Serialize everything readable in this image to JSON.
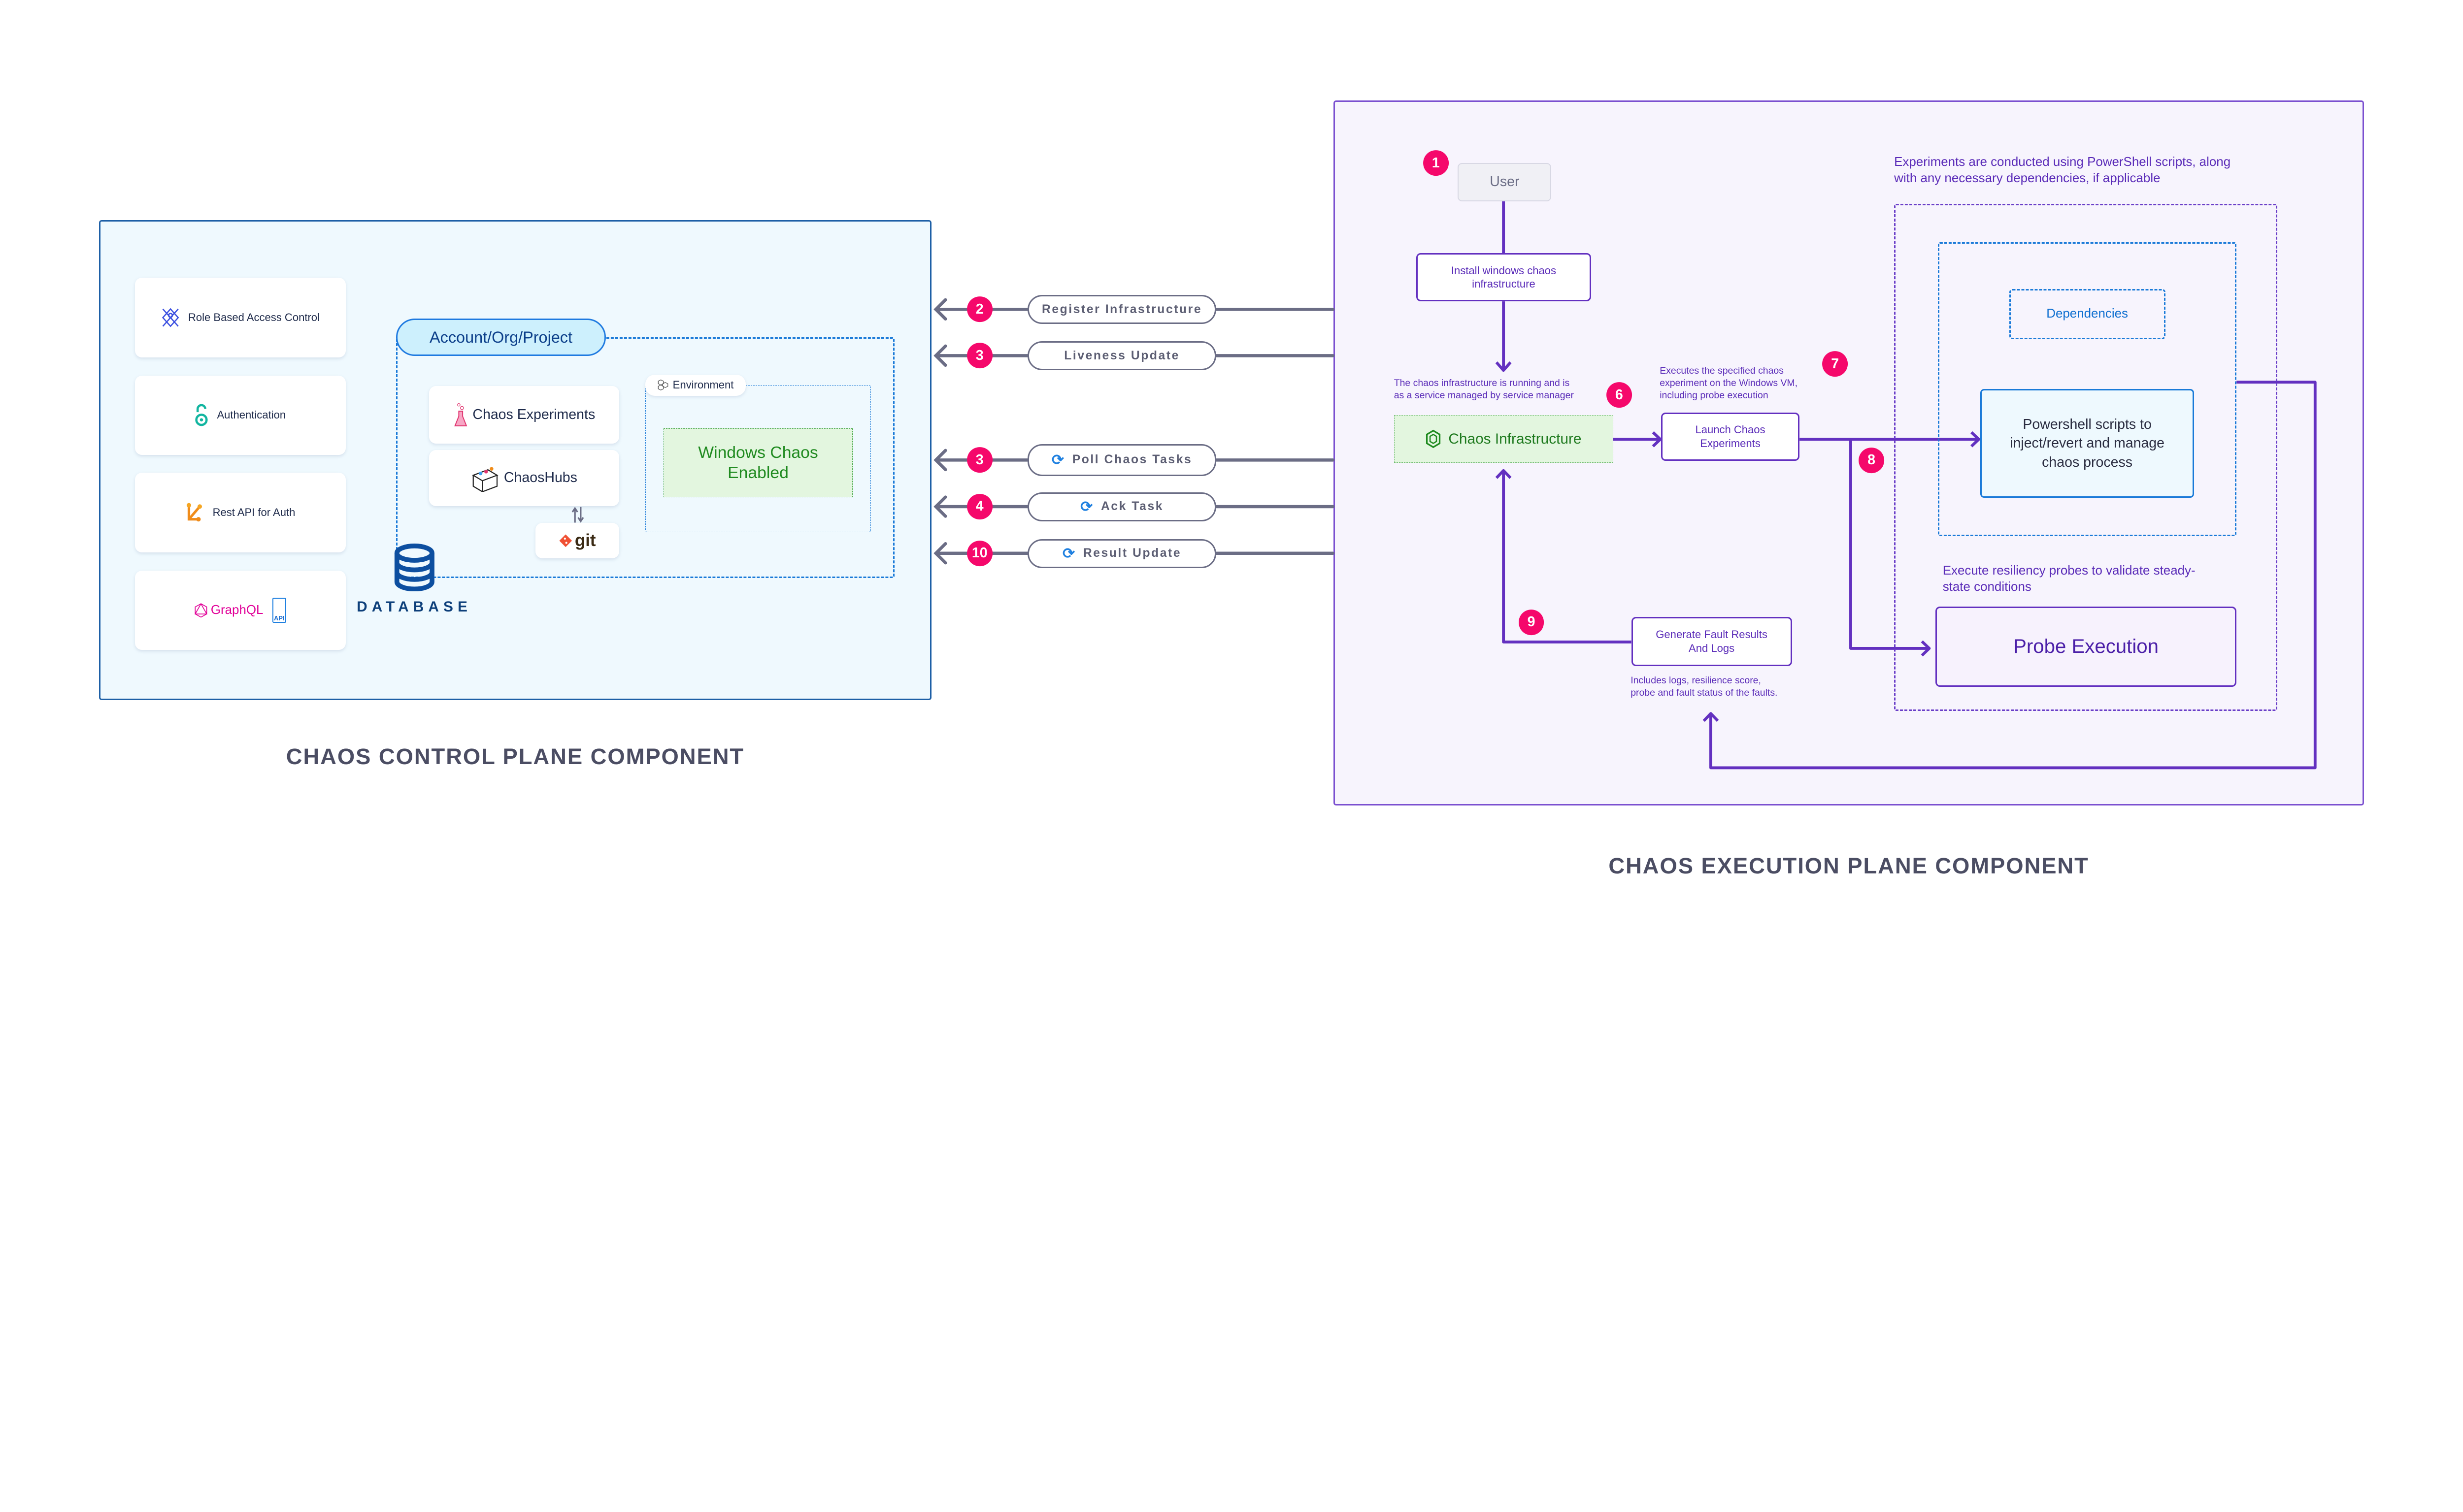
{
  "control_plane": {
    "title": "CHAOS CONTROL PLANE COMPONENT",
    "cards": [
      {
        "label": "Role Based Access Control",
        "icon": "rbac-icon"
      },
      {
        "label": "Authentication",
        "icon": "open-access-icon"
      },
      {
        "label": "Rest API for Auth",
        "icon": "rest-api-icon"
      },
      {
        "label": "GraphQL",
        "icon": "graphql-icon",
        "extra": "API"
      }
    ],
    "scope_label": "Account/Org/Project",
    "chaos_experiments": "Chaos Experiments",
    "chaoshubs": "ChaosHubs",
    "git": "git",
    "environment": "Environment",
    "windows_chaos": "Windows Chaos Enabled",
    "database": "DATABASE"
  },
  "messages": [
    {
      "step": "2",
      "label": "Register Infrastructure",
      "icon": null
    },
    {
      "step": "3",
      "label": "Liveness Update",
      "icon": null
    },
    {
      "step": "3",
      "label": "Poll Chaos Tasks",
      "icon": "sync-icon"
    },
    {
      "step": "4",
      "label": "Ack Task",
      "icon": "sync-icon"
    },
    {
      "step": "10",
      "label": "Result Update",
      "icon": "sync-icon"
    }
  ],
  "execution_plane": {
    "title": "CHAOS EXECUTION PLANE COMPONENT",
    "user": "User",
    "install": "Install windows chaos infrastructure",
    "infra_note": [
      "The chaos infrastructure is running and is",
      "as a service managed by service manager"
    ],
    "chaos_infrastructure": "Chaos Infrastructure",
    "launch": "Launch Chaos Experiments",
    "launch_note": [
      "Executes the specified chaos",
      "experiment on the Windows VM,",
      "including probe execution"
    ],
    "top_note": [
      "Experiments are conducted using PowerShell scripts, along",
      "with any necessary dependencies, if applicable"
    ],
    "dependencies": "Dependencies",
    "powershell": "Powershell scripts to inject/revert and manage chaos process",
    "probe_note": [
      "Execute resiliency probes to validate steady-",
      "state conditions"
    ],
    "probe_execution": "Probe Execution",
    "generate": "Generate Fault Results And Logs",
    "generate_note": [
      "Includes logs, resilience score,",
      "probe and fault status of the faults."
    ],
    "steps": {
      "user": "1",
      "infra": "6",
      "launch": "7",
      "branch": "8",
      "results": "9"
    }
  },
  "colors": {
    "accent_pink": "#f5086b",
    "purple": "#6330c0",
    "blue": "#1d5fa6",
    "green": "#1f7a1f"
  }
}
